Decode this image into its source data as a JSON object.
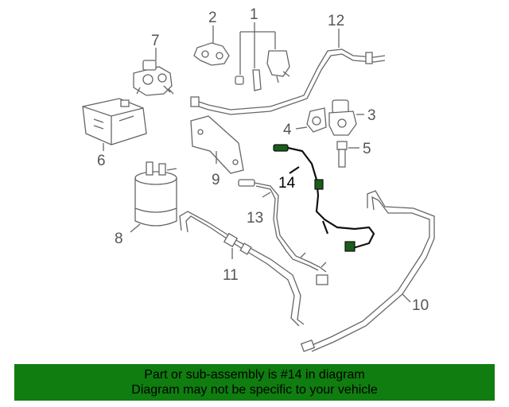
{
  "diagram": {
    "labels": {
      "p1": "1",
      "p2": "2",
      "p3": "3",
      "p4": "4",
      "p5": "5",
      "p6": "6",
      "p7": "7",
      "p8": "8",
      "p9": "9",
      "p10": "10",
      "p11": "11",
      "p12": "12",
      "p13": "13",
      "p14": "14"
    },
    "highlight_color": "#1a5c1a",
    "line_color": "#666666"
  },
  "banner": {
    "line1": "Part or sub-assembly is #14 in diagram",
    "line2": "Diagram may not be specific to your vehicle",
    "background": "#0f7d0f"
  }
}
